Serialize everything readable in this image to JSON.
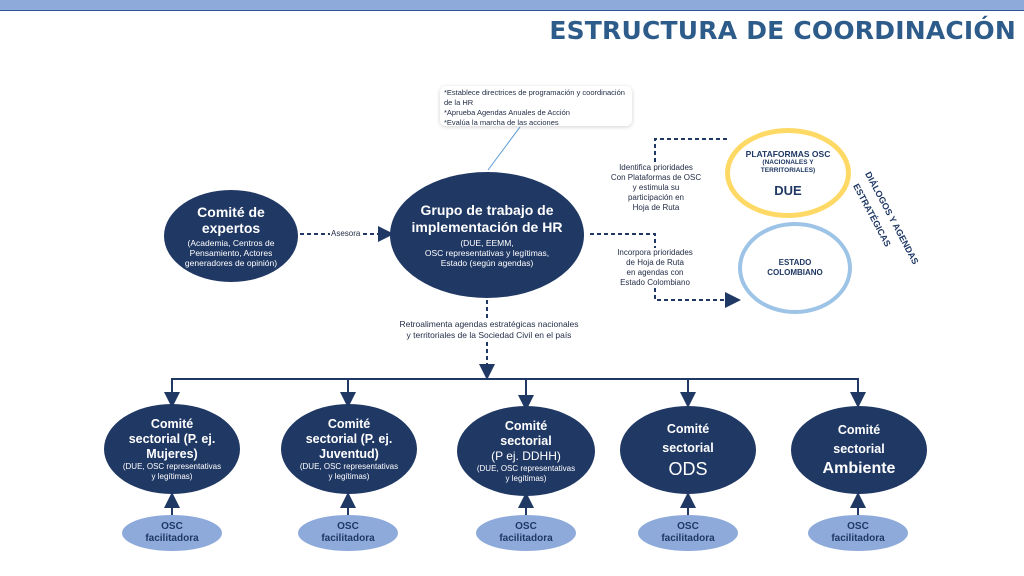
{
  "title": "ESTRUCTURA DE COORDINACIÓN",
  "colors": {
    "dark_node": "#203864",
    "osc_node": "#8eaadb",
    "platform_ring": "#ffd966",
    "state_ring": "#9dc3e6",
    "title": "#2e5c8a"
  },
  "callout": "*Establece directrices de programación y coordinación de la HR\n*Aprueba Agendas Anuales de Acción\n*Evalúa la marcha de las acciones",
  "experts": {
    "title": "Comité de expertos",
    "body": "(Academia, Centros de Pensamiento, Actores generadores de opinión)"
  },
  "advises_label": "Asesora",
  "group": {
    "title": "Grupo de trabajo de implementación de HR",
    "body": "(DUE, EEMM,\nOSC representativas y legítimas,\nEstado (según agendas)"
  },
  "identify_note": "Identifica prioridades\nCon Plataformas de OSC\ny estimula su\nparticipación en\nHoja de Ruta",
  "incorporate_note": "Incorpora prioridades\nde Hoja de Ruta\nen agendas con\nEstado Colombiano",
  "platforms": {
    "title": "PLATAFORMAS OSC",
    "subtitle": "(NACIONALES Y\nTERRITORIALES)",
    "due": "DUE"
  },
  "state": {
    "title": "ESTADO\nCOLOMBIANO"
  },
  "side_label_1": "DIÁLOGOS Y AGENDAS",
  "side_label_2": "ESTRATÉGICAS",
  "feedback_note": "Retroalimenta agendas estratégicas nacionales\ny territoriales de la Sociedad Civil en el país",
  "committees": [
    {
      "title": "Comité sectorial (P. ej. Mujeres)",
      "body": "(DUE, OSC representativas y legítimas)"
    },
    {
      "title": "Comité sectorial (P. ej. Juventud)",
      "body": "(DUE, OSC representativas y legítimas)"
    },
    {
      "title": "Comité sectorial",
      "sub": "(P ej. DDHH)",
      "body": "(DUE, OSC representativas y legítimas)"
    },
    {
      "title": "Comité sectorial",
      "big": "ODS"
    },
    {
      "title": "Comité sectorial",
      "big": "Ambiente"
    }
  ],
  "osc_label": "OSC\nfacilitadora"
}
